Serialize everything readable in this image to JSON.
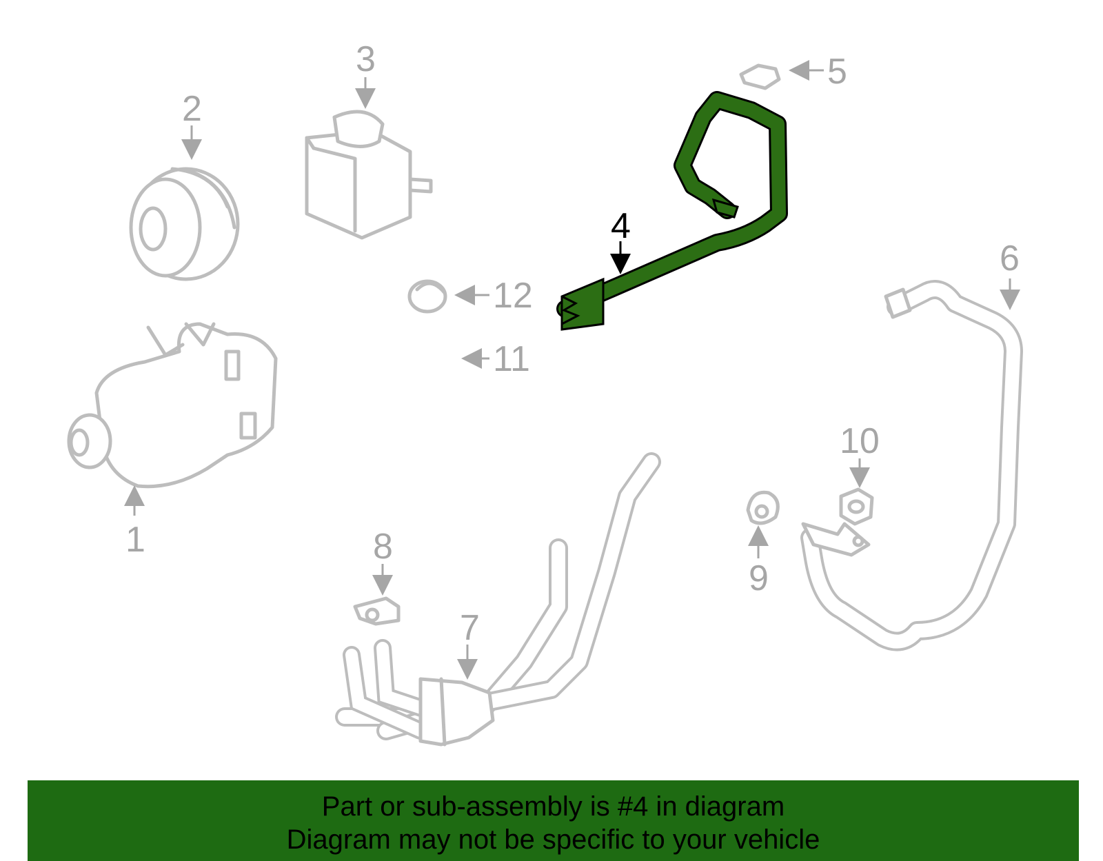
{
  "callouts": {
    "c1": "1",
    "c2": "2",
    "c3": "3",
    "c4": "4",
    "c5": "5",
    "c6": "6",
    "c7": "7",
    "c8": "8",
    "c9": "9",
    "c10": "10",
    "c11": "11",
    "c12": "12"
  },
  "highlight": {
    "part": "4",
    "color": "#2c6e14"
  },
  "banner": {
    "line1": "Part or sub-assembly is #4 in diagram",
    "line2": "Diagram may not be specific to your vehicle",
    "color": "#1e6b12"
  }
}
